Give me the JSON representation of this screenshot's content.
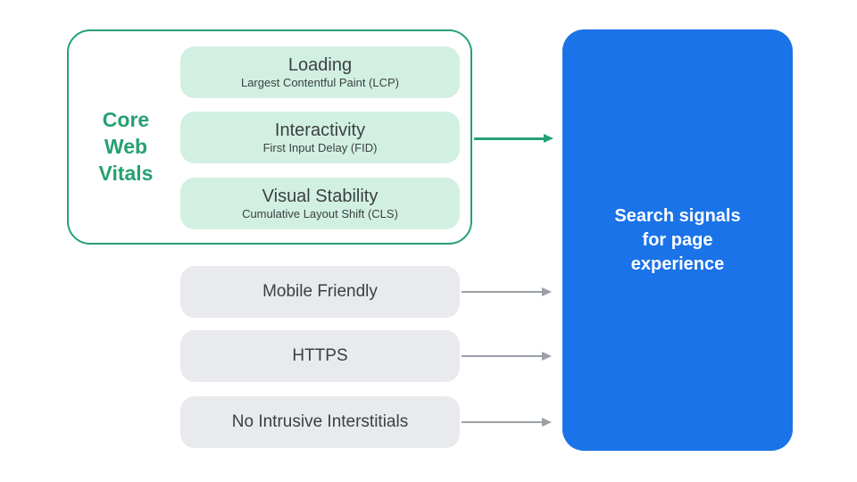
{
  "colors": {
    "accent_green": "#26A172",
    "mint_fill": "#D2F0E2",
    "blue_fill": "#1A73E8",
    "gray_fill": "#E8EAED",
    "arrow_gray": "#9AA0A6",
    "text_dark": "#3C4043",
    "text_white": "#FFFFFF"
  },
  "core_web_vitals": {
    "label": "Core\nWeb\nVitals",
    "items": [
      {
        "title": "Loading",
        "subtitle": "Largest Contentful Paint (LCP)"
      },
      {
        "title": "Interactivity",
        "subtitle": "First Input Delay (FID)"
      },
      {
        "title": "Visual Stability",
        "subtitle": "Cumulative Layout Shift (CLS)"
      }
    ]
  },
  "other_signals": [
    {
      "label": "Mobile Friendly"
    },
    {
      "label": "HTTPS"
    },
    {
      "label": "No Intrusive Interstitials"
    }
  ],
  "result_box": {
    "label": "Search signals\nfor page\nexperience"
  }
}
